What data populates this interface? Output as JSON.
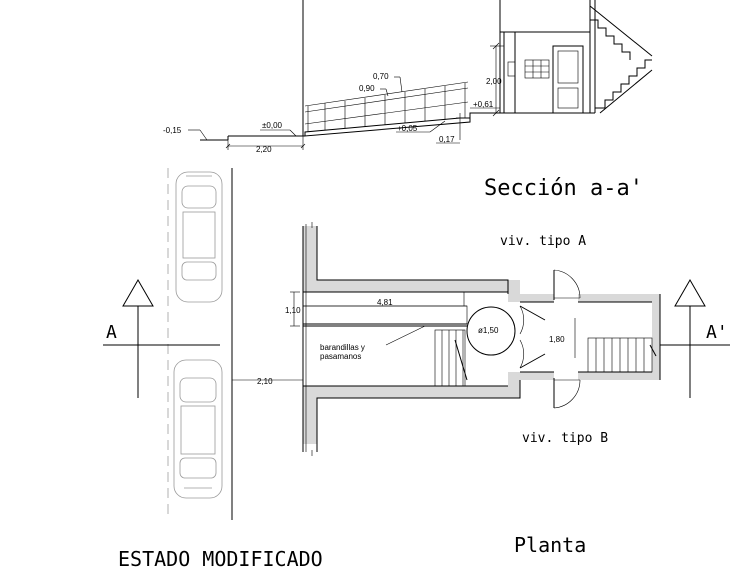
{
  "section": {
    "title": "Sección a-a'",
    "dims": {
      "d070": "0,70",
      "d090": "0,90",
      "d200": "2,00",
      "d061": "+0,61",
      "d015": "-0,15",
      "d000": "±0,00",
      "d005": "+0,05",
      "d017": "0,17",
      "d220": "2,20"
    }
  },
  "plan": {
    "title": "Planta",
    "unit_a": "viv. tipo A",
    "unit_b": "viv. tipo B",
    "cut_left": "A",
    "cut_right": "A'",
    "dims": {
      "d481": "4,81",
      "d110": "1,10",
      "d150": "ø1,50",
      "d180": "1,80",
      "d210": "2,10"
    },
    "railing_note_1": "barandillas y",
    "railing_note_2": "pasamanos"
  },
  "status_label": "ESTADO MODIFICADO"
}
